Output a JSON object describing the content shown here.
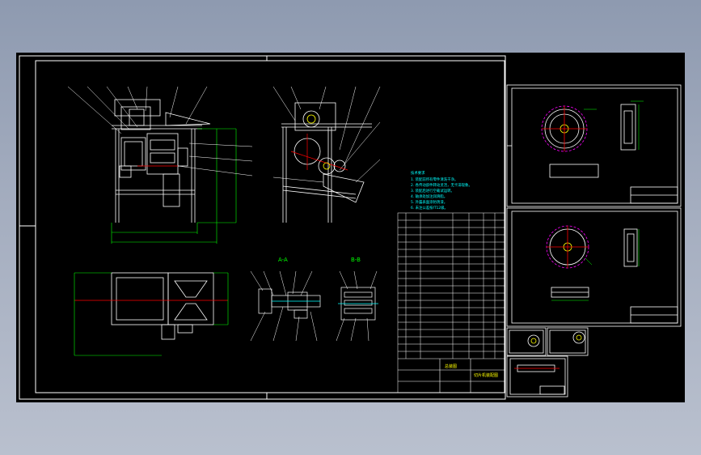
{
  "colors": {
    "background_top": "#8e9ab0",
    "background_bottom": "#b9c0ce",
    "canvas": "#000000",
    "line": "#ffffff",
    "dimension": "#00ff00",
    "leader": "#ffffff",
    "centerline": "#ff0000",
    "note_text": "#00ffff",
    "magenta": "#ff00ff",
    "yellow": "#ffff00"
  },
  "section_labels": {
    "section_a": "A-A",
    "section_b": "B-B"
  },
  "technical_notes": {
    "heading": "技术要求",
    "lines": [
      "1. 装配前所有零件清洗干净。",
      "2. 各传动部件转动灵活，无卡滞现象。",
      "3. 装配后进行空载试运转。",
      "4. 轴承处加注润滑脂。",
      "5. 外露表面涂防锈漆。",
      "6. 未注公差按IT12级。"
    ]
  },
  "title_block": {
    "drawing_name": "总装图",
    "assembly_name": "切片机装配图"
  },
  "icons": {
    "drawing": "cad-drawing-icon"
  }
}
